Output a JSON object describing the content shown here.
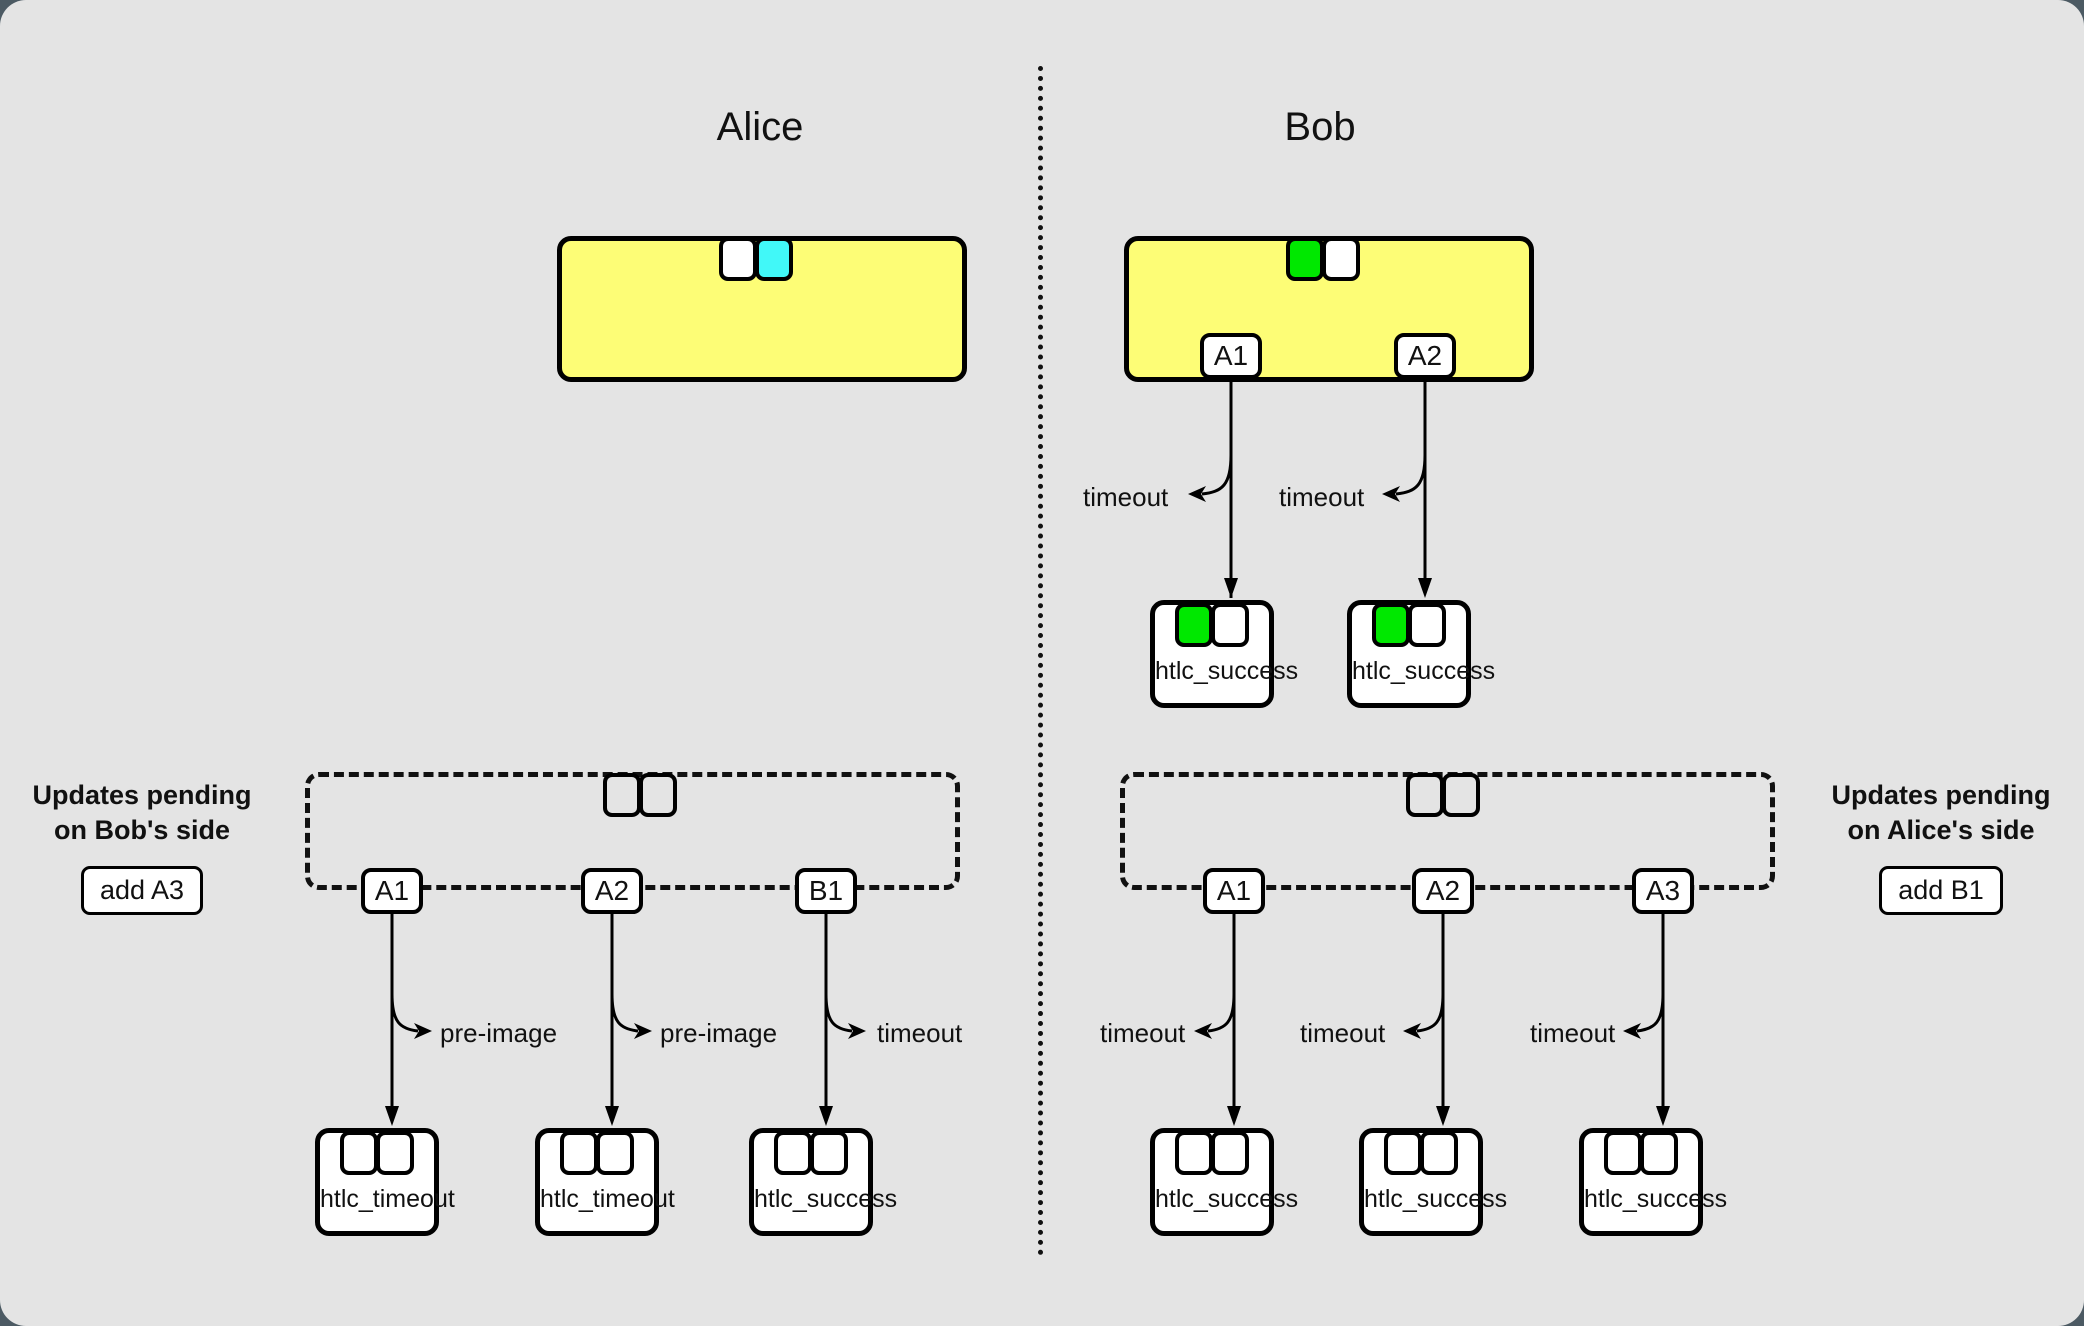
{
  "diagram": {
    "title_alice": "Alice",
    "title_bob": "Bob",
    "colors": {
      "commitment_fill": "#fdfd76",
      "htlc_green": "#00e800",
      "htlc_cyan": "#41f8f8",
      "background": "#e4e4e4",
      "outer": "#4c5a63",
      "stroke": "#000000"
    }
  },
  "left_panel": {
    "heading_line1": "Updates pending",
    "heading_line2": "on Bob's side",
    "pill": "add A3"
  },
  "right_panel": {
    "heading_line1": "Updates pending",
    "heading_line2": "on Alice's side",
    "pill": "add B1"
  },
  "alice": {
    "commitment": {
      "outputs": [
        {
          "name": "to_local",
          "color": "white"
        },
        {
          "name": "to_remote",
          "color": "cyan"
        }
      ],
      "htlc_tags": []
    },
    "pending": {
      "outputs": [
        {
          "name": "to_local",
          "color": "empty"
        },
        {
          "name": "to_remote",
          "color": "empty"
        }
      ],
      "htlc_tags": [
        "A1",
        "A2",
        "B1"
      ],
      "edges": [
        {
          "tag": "A1",
          "label": "pre-image",
          "label_side": "right",
          "target": "htlc_timeout"
        },
        {
          "tag": "A2",
          "label": "pre-image",
          "label_side": "right",
          "target": "htlc_timeout"
        },
        {
          "tag": "B1",
          "label": "timeout",
          "label_side": "right",
          "target": "htlc_success"
        }
      ],
      "leaves": [
        {
          "caption": "htlc_timeout",
          "outputs": [
            "empty",
            "empty"
          ]
        },
        {
          "caption": "htlc_timeout",
          "outputs": [
            "empty",
            "empty"
          ]
        },
        {
          "caption": "htlc_success",
          "outputs": [
            "empty",
            "empty"
          ]
        }
      ]
    }
  },
  "bob": {
    "commitment": {
      "outputs": [
        {
          "name": "to_local",
          "color": "green"
        },
        {
          "name": "to_remote",
          "color": "white"
        }
      ],
      "htlc_tags": [
        "A1",
        "A2"
      ],
      "edges": [
        {
          "tag": "A1",
          "label": "timeout",
          "label_side": "left",
          "target": "htlc_success"
        },
        {
          "tag": "A2",
          "label": "timeout",
          "label_side": "left",
          "target": "htlc_success"
        }
      ],
      "leaves": [
        {
          "caption": "htlc_success",
          "outputs": [
            "green",
            "white"
          ]
        },
        {
          "caption": "htlc_success",
          "outputs": [
            "green",
            "white"
          ]
        }
      ]
    },
    "pending": {
      "outputs": [
        {
          "name": "to_local",
          "color": "empty"
        },
        {
          "name": "to_remote",
          "color": "empty"
        }
      ],
      "htlc_tags": [
        "A1",
        "A2",
        "A3"
      ],
      "edges": [
        {
          "tag": "A1",
          "label": "timeout",
          "label_side": "left",
          "target": "htlc_success"
        },
        {
          "tag": "A2",
          "label": "timeout",
          "label_side": "left",
          "target": "htlc_success"
        },
        {
          "tag": "A3",
          "label": "timeout",
          "label_side": "left",
          "target": "htlc_success"
        }
      ],
      "leaves": [
        {
          "caption": "htlc_success",
          "outputs": [
            "empty",
            "empty"
          ]
        },
        {
          "caption": "htlc_success",
          "outputs": [
            "empty",
            "empty"
          ]
        },
        {
          "caption": "htlc_success",
          "outputs": [
            "empty",
            "empty"
          ]
        }
      ]
    }
  }
}
